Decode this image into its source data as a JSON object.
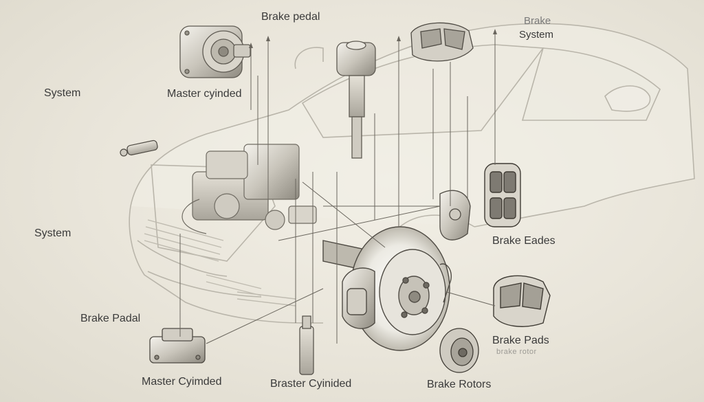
{
  "labels": {
    "brake_pedal_top": "Brake pedal",
    "brake_system_top": "Brake",
    "brake_system_bottom": "System",
    "system_left_top": "System",
    "master_cylinder_top": "Master cyinded",
    "system_left_mid": "System",
    "brake_eades": "Brake Eades",
    "brake_padal_left": "Brake Padal",
    "brake_pads_right": "Brake Pads",
    "ghost_text": "brake rotor",
    "master_cylinder_bottom": "Master Cyimded",
    "braster_cylinder": "Braster Cyinided",
    "brake_rotors": "Brake Rotors"
  }
}
